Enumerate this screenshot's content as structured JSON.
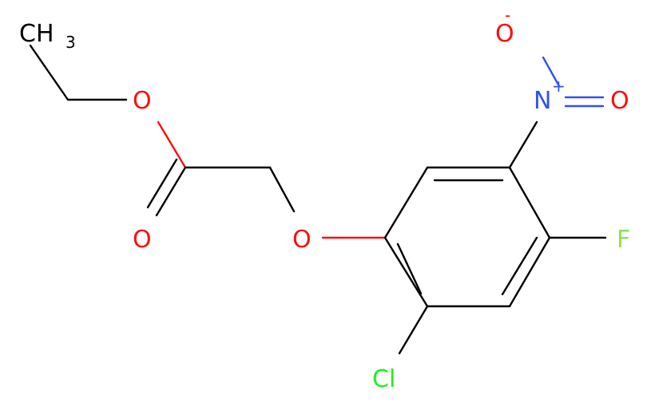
{
  "molecule": {
    "atoms": {
      "ch3": "CH",
      "ch3_sub": "3",
      "ester_o": "O",
      "carbonyl_o": "O",
      "ether_o": "O",
      "n": "N",
      "n_charge": "+",
      "nitro_o_top": "O",
      "nitro_o_top_charge": "-",
      "nitro_o_right": "O",
      "f": "F",
      "cl": "Cl"
    },
    "colors": {
      "carbon": "#000000",
      "oxygen": "#ff0d0d",
      "nitrogen": "#3050f8",
      "fluorine": "#90e050",
      "chlorine": "#1ff01f"
    }
  }
}
